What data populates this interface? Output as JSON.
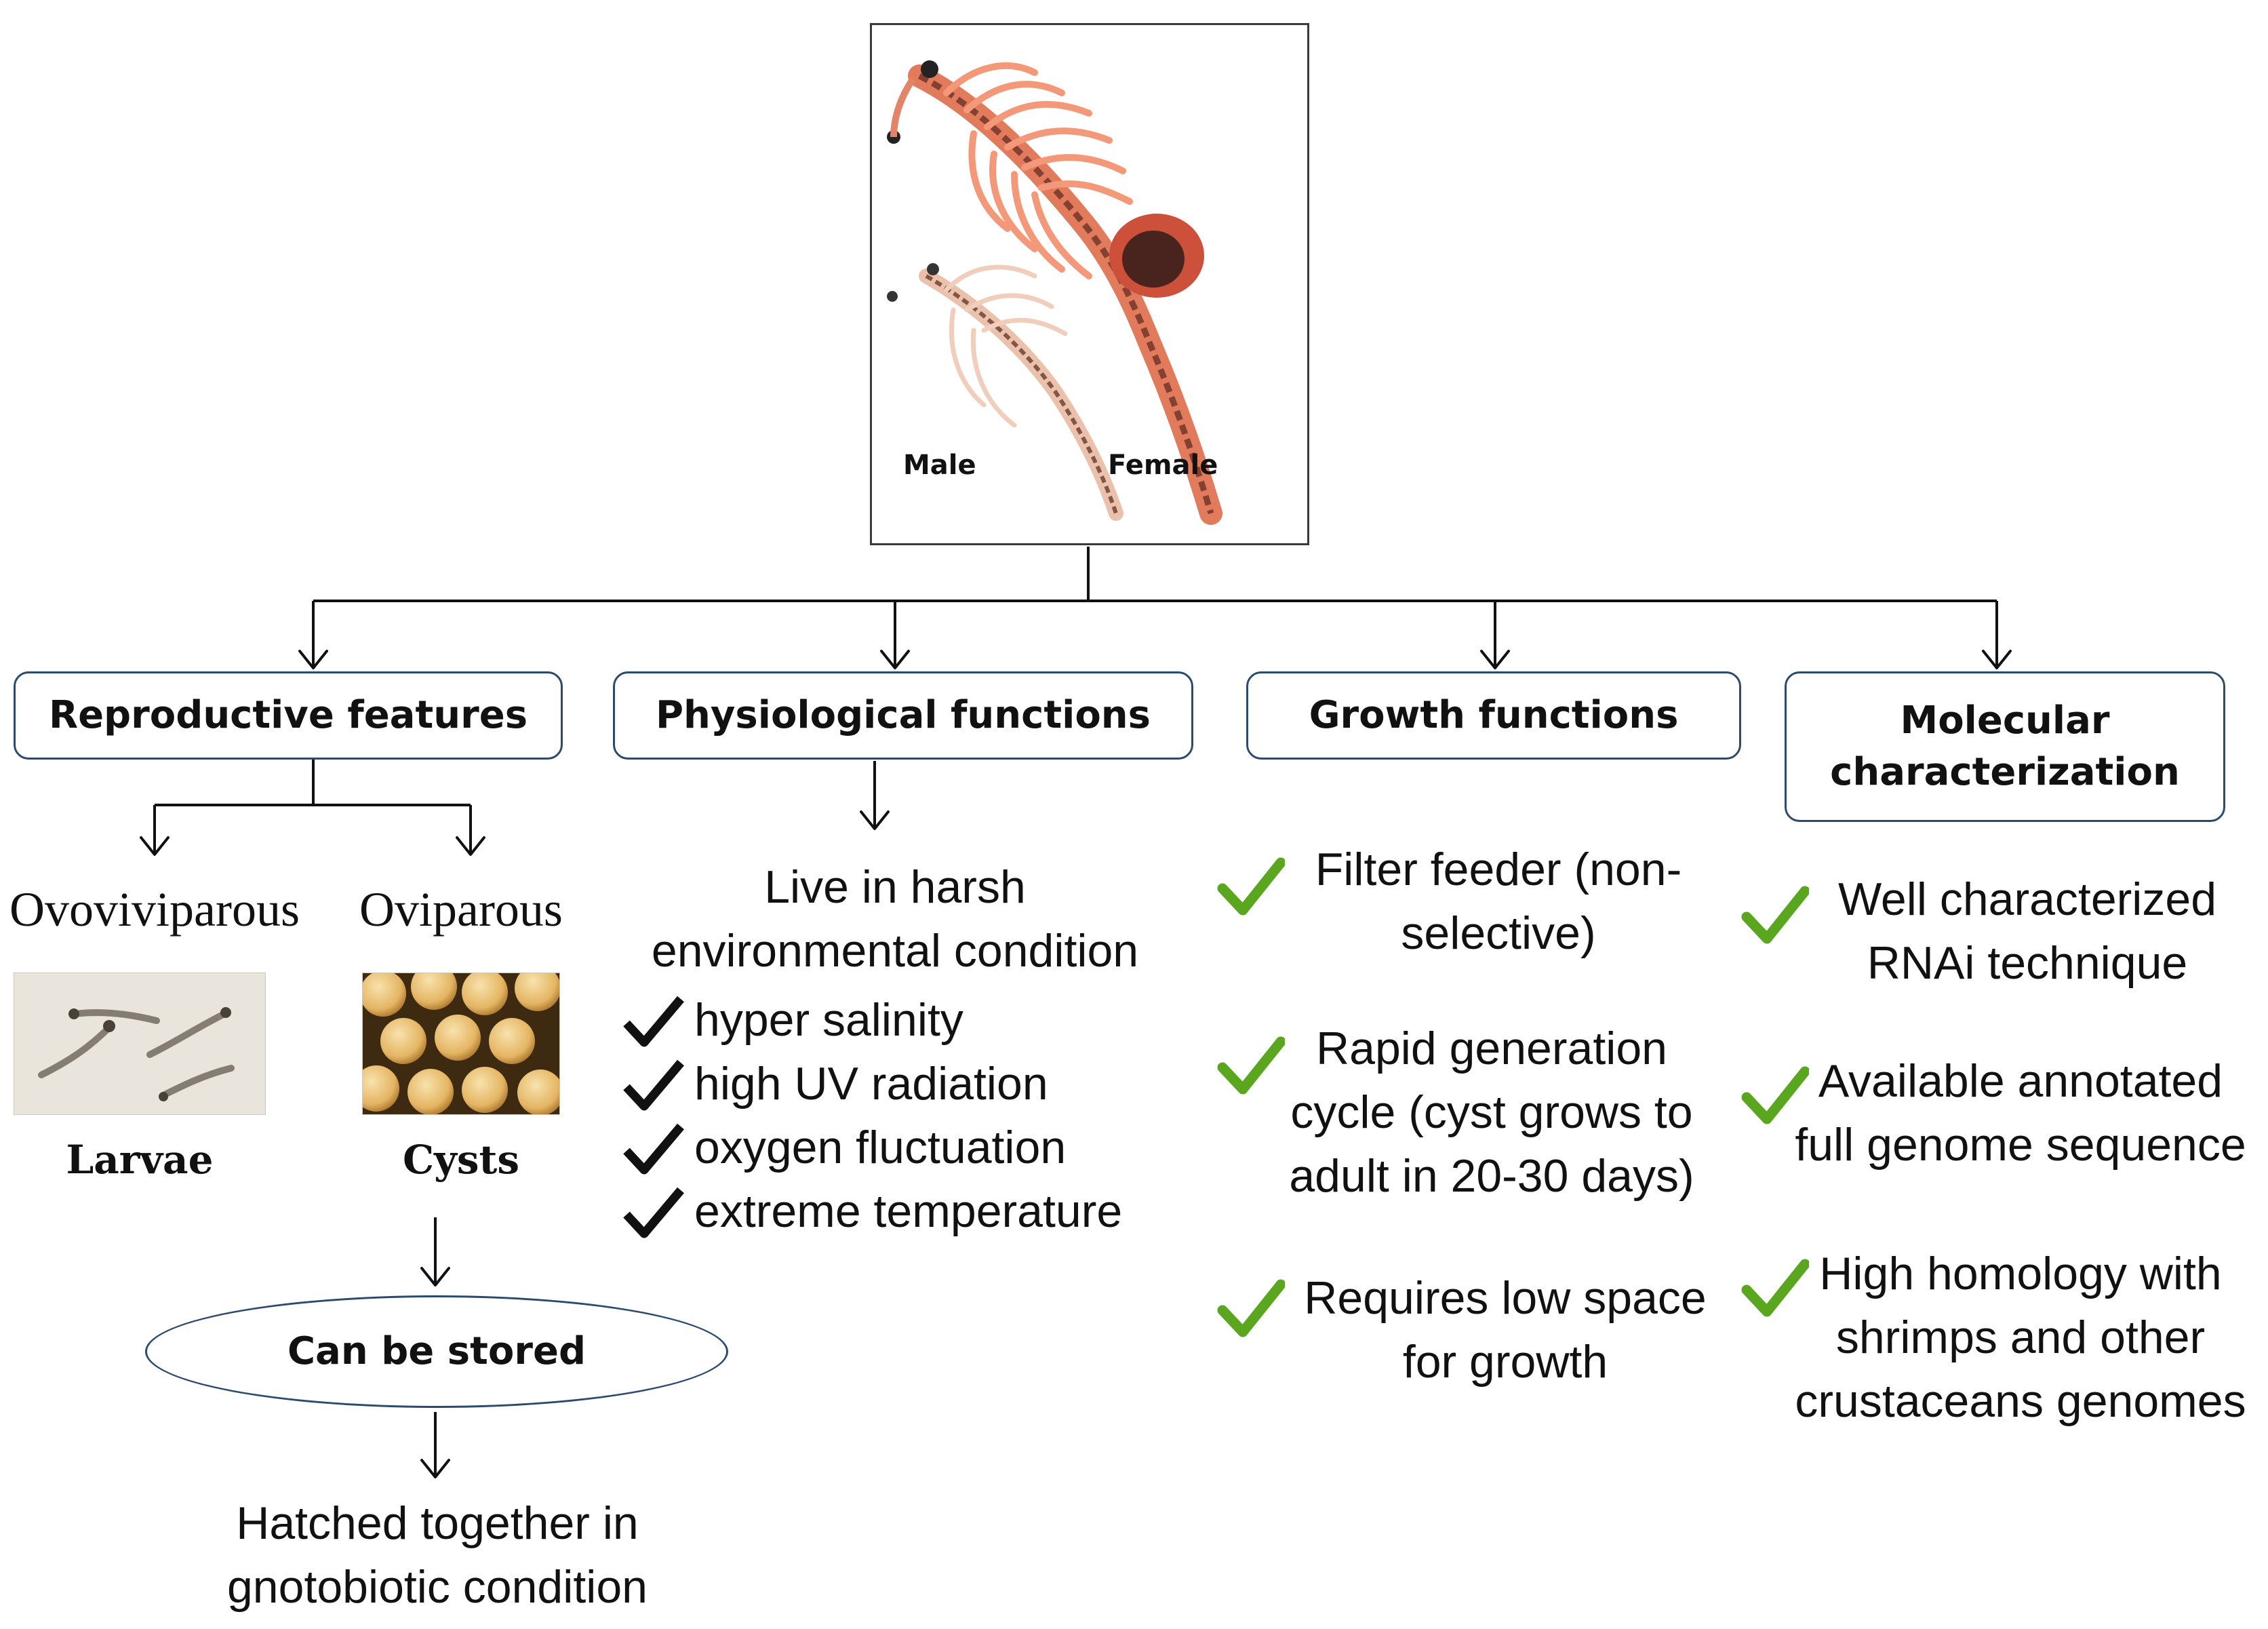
{
  "colors": {
    "box_border": "#2c4a6e",
    "green_check": "#5aa61e",
    "black_check": "#111111",
    "text": "#111111"
  },
  "photo": {
    "male_label": "Male",
    "female_label": "Female"
  },
  "categories": [
    {
      "label": "Reproductive features"
    },
    {
      "label": "Physiological functions"
    },
    {
      "label": "Growth functions"
    },
    {
      "label": "Molecular\ncharacterization"
    }
  ],
  "reproductive": {
    "ovoviviparous": "Ovoviviparous",
    "oviparous": "Oviparous",
    "larvae": "Larvae",
    "cysts": "Cysts",
    "can_be_stored": "Can be stored",
    "hatched_line1": "Hatched together in",
    "hatched_line2": "gnotobiotic condition"
  },
  "physiological": {
    "intro_line1": "Live in harsh",
    "intro_line2": "environmental condition",
    "items": [
      "hyper salinity",
      "high UV radiation",
      "oxygen fluctuation",
      "extreme temperature"
    ]
  },
  "growth": {
    "items": [
      {
        "line1": "Filter feeder (non-",
        "line2": "selective)"
      },
      {
        "line1": "Rapid generation",
        "line2": "cycle (cyst grows to",
        "line3": "adult in 20-30 days)"
      },
      {
        "line1": "Requires low space",
        "line2": "for growth"
      }
    ]
  },
  "molecular": {
    "items": [
      {
        "line1": "Well characterized",
        "line2": "RNAi technique"
      },
      {
        "line1": "Available annotated",
        "line2": "full genome sequence"
      },
      {
        "line1": "High homology with",
        "line2": "shrimps and other",
        "line3": "crustaceans genomes"
      }
    ]
  }
}
